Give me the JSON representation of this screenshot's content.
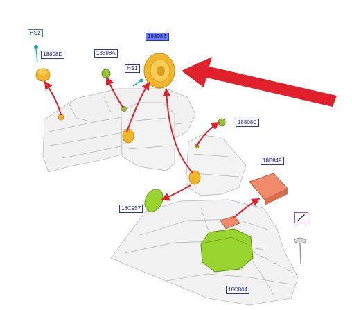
{
  "callouts": {
    "hs2": "HS2",
    "c18808d": "18808D",
    "c18808a": "18808A",
    "c18808b": "18808B",
    "hs1": "HS1",
    "c18808c": "18808C",
    "c18b849": "18B849",
    "c18c957": "18C957",
    "c18c804": "18C804"
  },
  "colors": {
    "callout_border": "#2236d8",
    "callout_border_green": "#2f9a3a",
    "callout_highlight": "#6d7ef5",
    "arrow": "#e0202a",
    "speaker": "#f2b62a",
    "tweeter": "#9ac43a",
    "subwoofer": "#98d42e",
    "amplifier": "#f08a6a",
    "symbol": "#d23bcf"
  },
  "icons": {
    "symbol": "pencil-diagonal-icon",
    "pointer": "big-red-arrow-icon"
  }
}
